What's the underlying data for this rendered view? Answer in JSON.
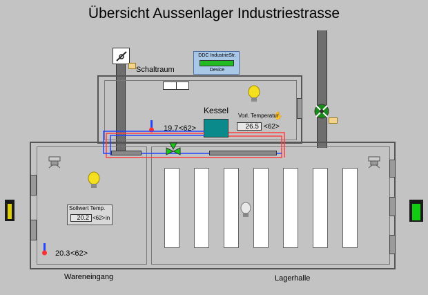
{
  "title": "Übersicht Aussenlager Industriestrasse",
  "ddc": {
    "name": "DDC IndustrieStr.",
    "sub": "Device",
    "status_color": "#22bb22"
  },
  "rooms": {
    "schaltraum": "Schaltraum",
    "wareneingang": "Wareneingang",
    "lagerhalle": "Lagerhalle",
    "kessel": "Kessel"
  },
  "schaltraum_temp": {
    "value": "19.7",
    "unit": "<62>"
  },
  "vorlauf": {
    "label": "Vorl. Temperatur",
    "value": "26.5",
    "unit": "<62>"
  },
  "sollwert": {
    "label": "Sollwert Temp.",
    "value": "20.2",
    "unit": "<62>",
    "suffix": "in"
  },
  "wareneingang_temp": {
    "value": "20.3",
    "unit": "<62>"
  },
  "colors": {
    "supply": "#ff4040",
    "return": "#2244ff",
    "boiler": "#0a8a8a",
    "lamp_on": "#f5e020",
    "lamp_off": "#e8e8e8",
    "door_left": "#e0d000",
    "door_right": "#11cc11"
  }
}
